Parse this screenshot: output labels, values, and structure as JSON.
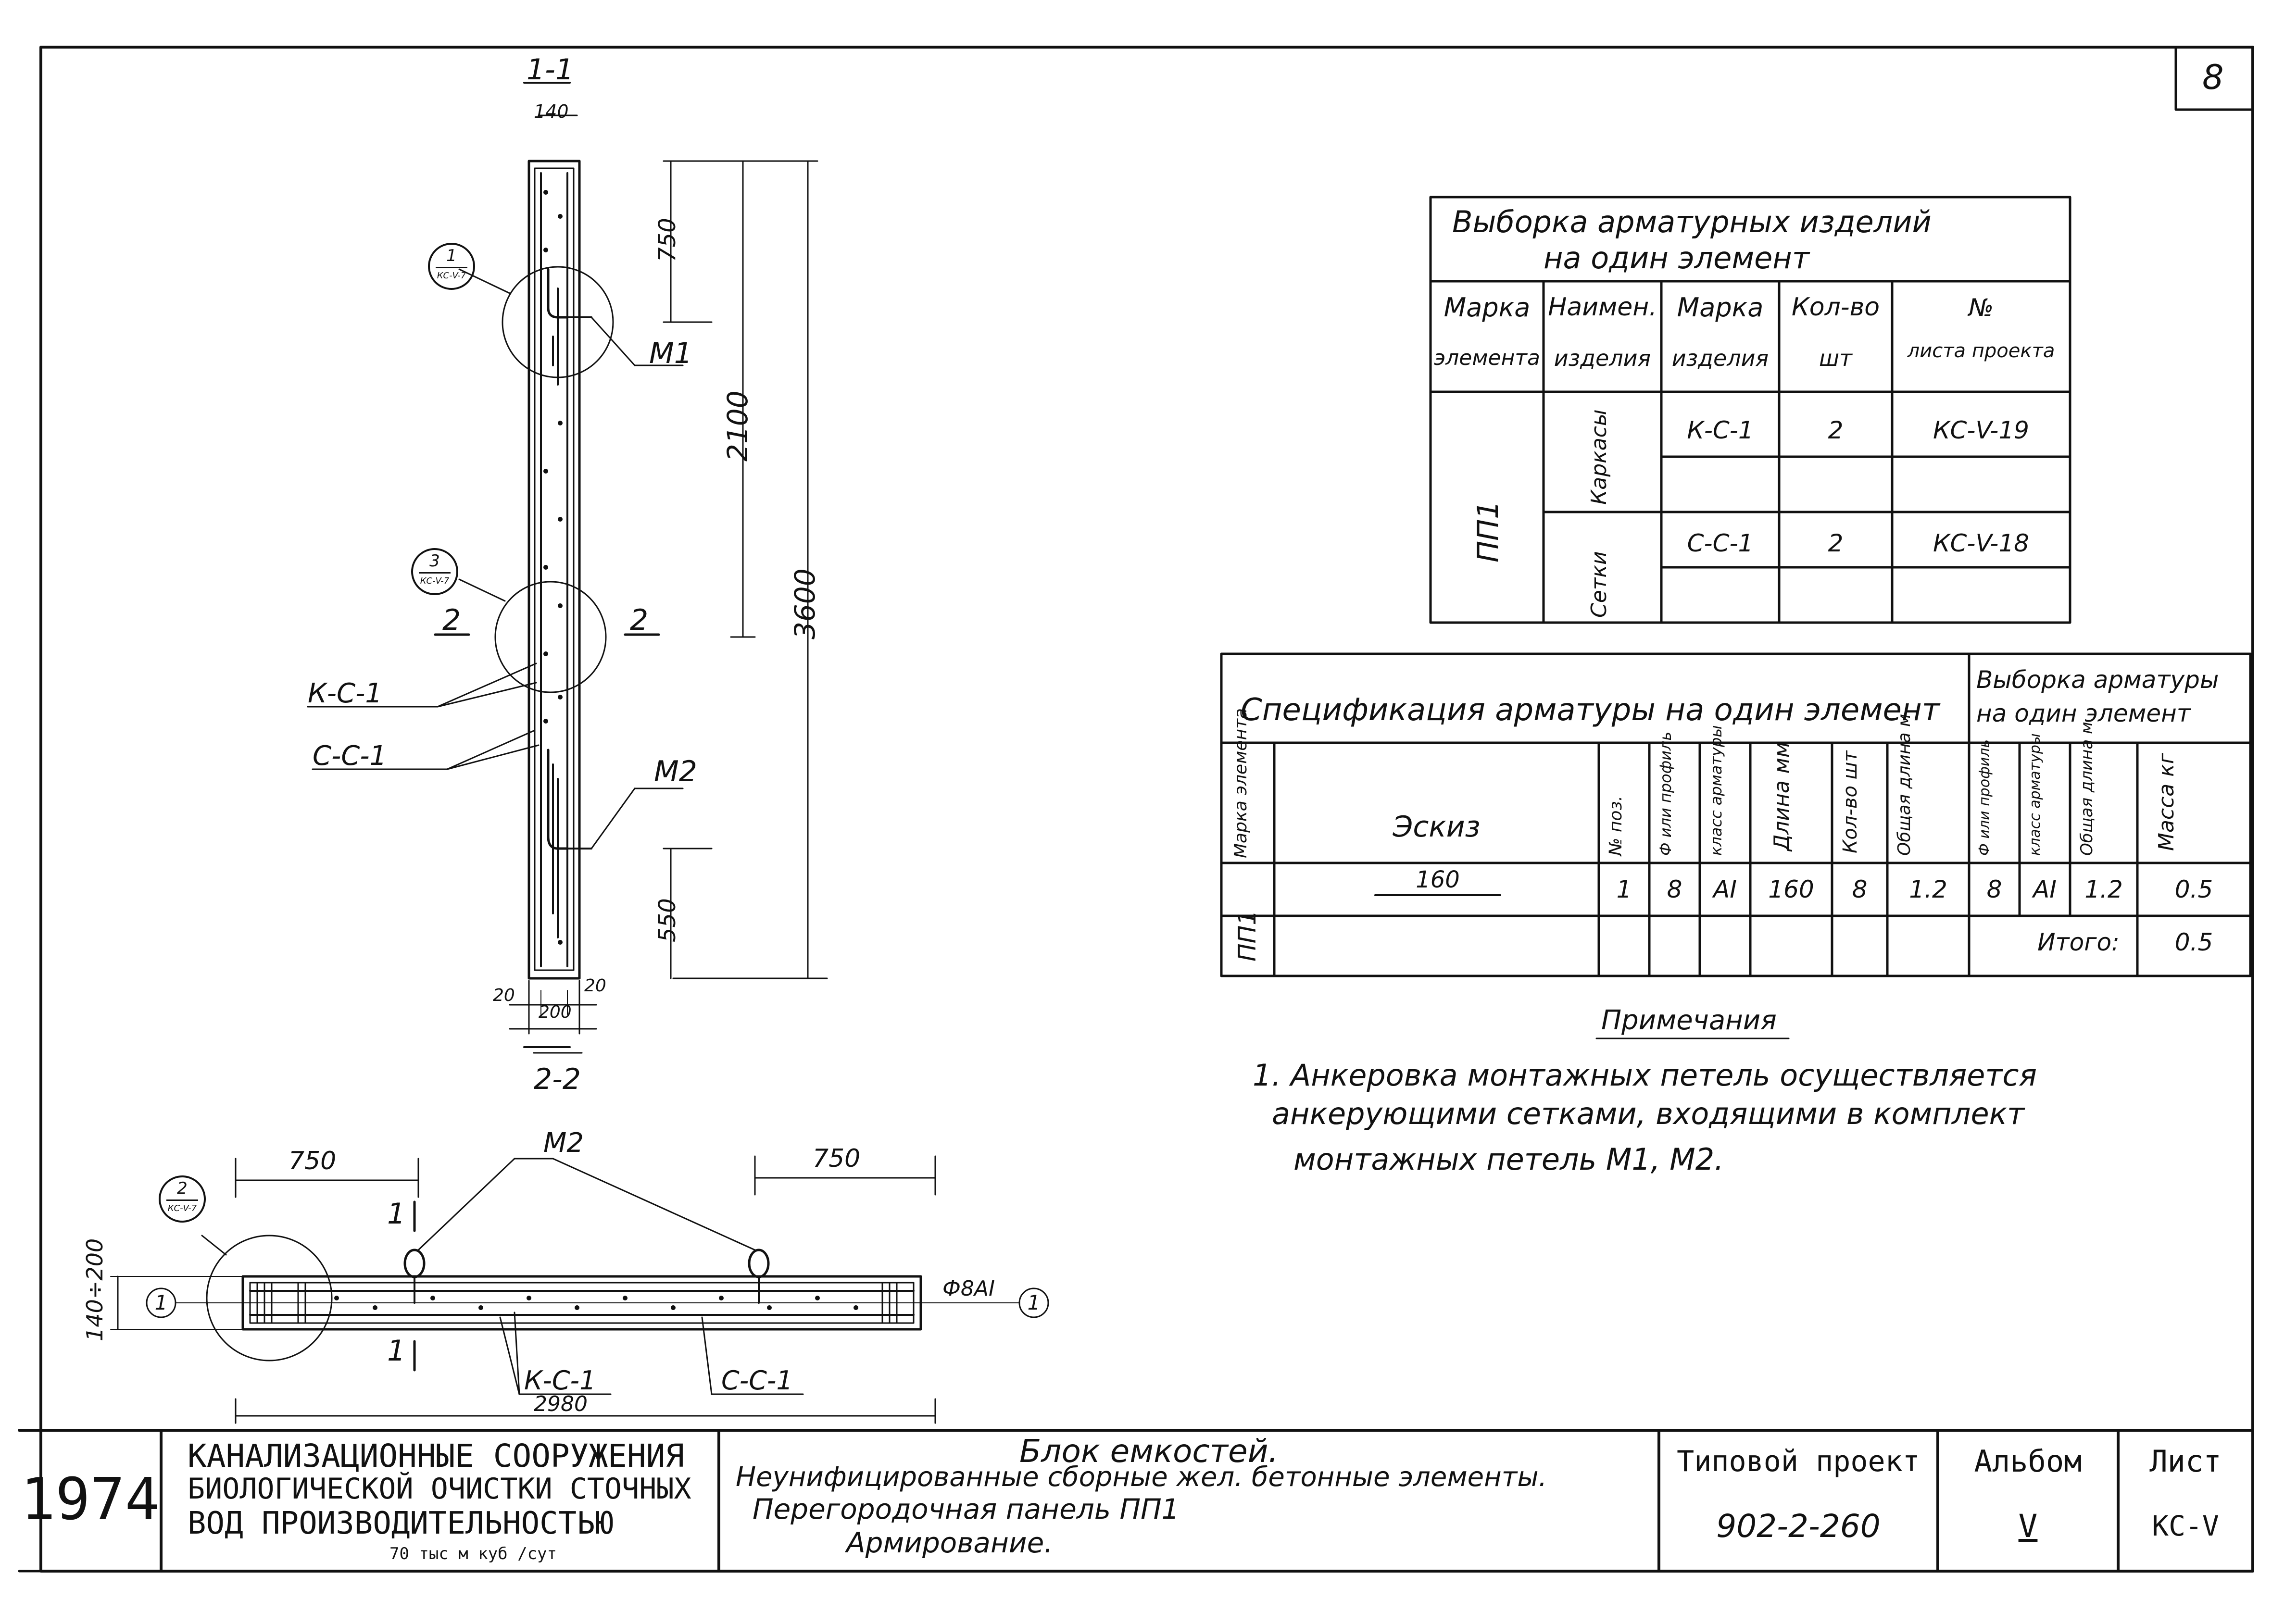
{
  "sheet_number": "8",
  "section_1_1": {
    "title": "1-1",
    "dim_width_top": "140",
    "dim_750": "750",
    "dim_2100": "2100",
    "dim_3600": "3600",
    "dim_550": "550",
    "dim_20_left": "20",
    "dim_20_right": "20",
    "dim_200": "200",
    "loop_m1": "M1",
    "loop_m2": "M2",
    "section_marks": "2",
    "label_ks1": "К-С-1",
    "label_ss1": "С-С-1",
    "node_ref_1_num": "1",
    "node_ref_1_sheet": "КС-V-7",
    "node_ref_3_num": "3",
    "node_ref_3_sheet": "КС-V-7"
  },
  "section_2_2": {
    "title": "2-2",
    "dim_750_left": "750",
    "dim_750_right": "750",
    "dim_140_200": "140÷200",
    "dim_2980": "2980",
    "loop_m2": "M2",
    "cut_mark": "1",
    "rebar_pos": "1",
    "rebar_dim": "Ф8АI",
    "label_ks1": "К-С-1",
    "label_ss1": "С-С-1",
    "node_ref_2_num": "2",
    "node_ref_2_sheet": "КС-V-7"
  },
  "selection_table": {
    "title_line1": "Выборка арматурных изделий",
    "title_line2": "на один элемент",
    "headers": [
      [
        "Марка",
        "элемента"
      ],
      [
        "Наимен.",
        "изделия"
      ],
      [
        "Марка",
        "изделия"
      ],
      [
        "Кол-во",
        "шт"
      ],
      [
        "№",
        "листа проекта"
      ]
    ],
    "element": "ПП1",
    "rows": [
      {
        "type": "Каркасы",
        "mark": "К-С-1",
        "qty": "2",
        "sheet": "КС-V-19"
      },
      {
        "type": "Сетки",
        "mark": "С-С-1",
        "qty": "2",
        "sheet": "КС-V-18"
      }
    ]
  },
  "spec_table": {
    "title": "Спецификация арматуры на один элемент",
    "title_right_1": "Выборка арматуры",
    "title_right_2": "на один элемент",
    "col_mark": "Марка элемента",
    "col_sketch": "Эскиз",
    "col_pos": "№ поз.",
    "col_diam": "Ф или профиль",
    "col_class": "класс арматуры",
    "col_length": "Длина мм",
    "col_qty": "Кол-во шт",
    "col_total_len": "Общая длина м",
    "col_r_diam": "Ф или профиль",
    "col_r_class": "класс арматуры",
    "col_r_total": "Общая длина м",
    "col_r_mass": "Масса кг",
    "element": "ПП1",
    "sketch_dim": "160",
    "row": {
      "pos": "1",
      "diam": "8",
      "class": "АI",
      "length": "160",
      "qty": "8",
      "total": "1.2",
      "r_diam": "8",
      "r_class": "АI",
      "r_total": "1.2",
      "r_mass": "0.5"
    },
    "total_label": "Итого:",
    "total_value": "0.5"
  },
  "notes": {
    "title": "Примечания",
    "line1": "1. Анкеровка монтажных петель осуществляется",
    "line2": "анкерующими сетками, входящими в комплект",
    "line3": "монтажных петель М1, М2."
  },
  "title_block": {
    "year": "1974",
    "org_line1": "КАНАЛИЗАЦИОННЫЕ СООРУЖЕНИЯ",
    "org_line2": "БИОЛОГИЧЕСКОЙ ОЧИСТКИ СТОЧНЫХ",
    "org_line3": "ВОД ПРОИЗВОДИТЕЛЬНОСТЬЮ",
    "org_line4": "70 тыс м куб /сут",
    "desc_line1": "Блок емкостей.",
    "desc_line2": "Неунифицированные сборные жел. бетонные элементы.",
    "desc_line3": "Перегородочная панель ПП1",
    "desc_line4": "Армирование.",
    "project_label": "Типовой проект",
    "project_number": "902-2-260",
    "album_label": "Альбом",
    "album_value": "V",
    "sheet_label": "Лист",
    "sheet_value": "КС-V"
  }
}
